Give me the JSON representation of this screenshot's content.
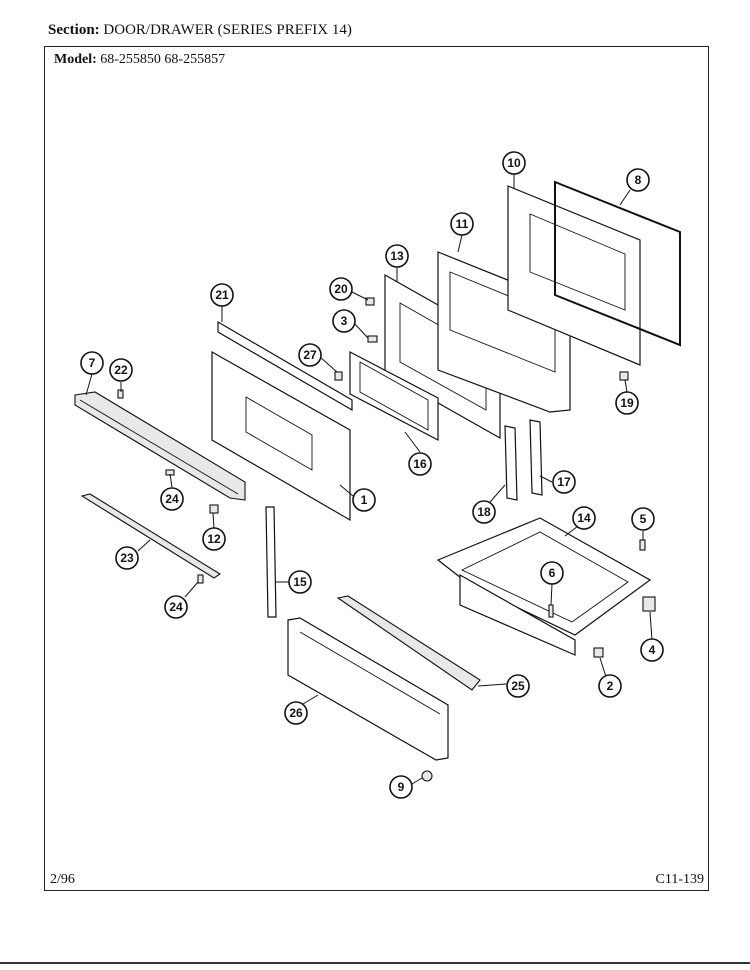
{
  "header": {
    "section_label": "Section:",
    "section_value": "DOOR/DRAWER (SERIES PREFIX 14)"
  },
  "model": {
    "label": "Model:",
    "value": "68-255850  68-255857"
  },
  "footer": {
    "date": "2/96",
    "page_code": "C11-139"
  },
  "callouts": [
    "1",
    "2",
    "3",
    "4",
    "5",
    "6",
    "7",
    "8",
    "9",
    "10",
    "11",
    "12",
    "13",
    "14",
    "15",
    "16",
    "17",
    "18",
    "19",
    "20",
    "21",
    "22",
    "23",
    "24",
    "24",
    "25",
    "26",
    "27"
  ]
}
